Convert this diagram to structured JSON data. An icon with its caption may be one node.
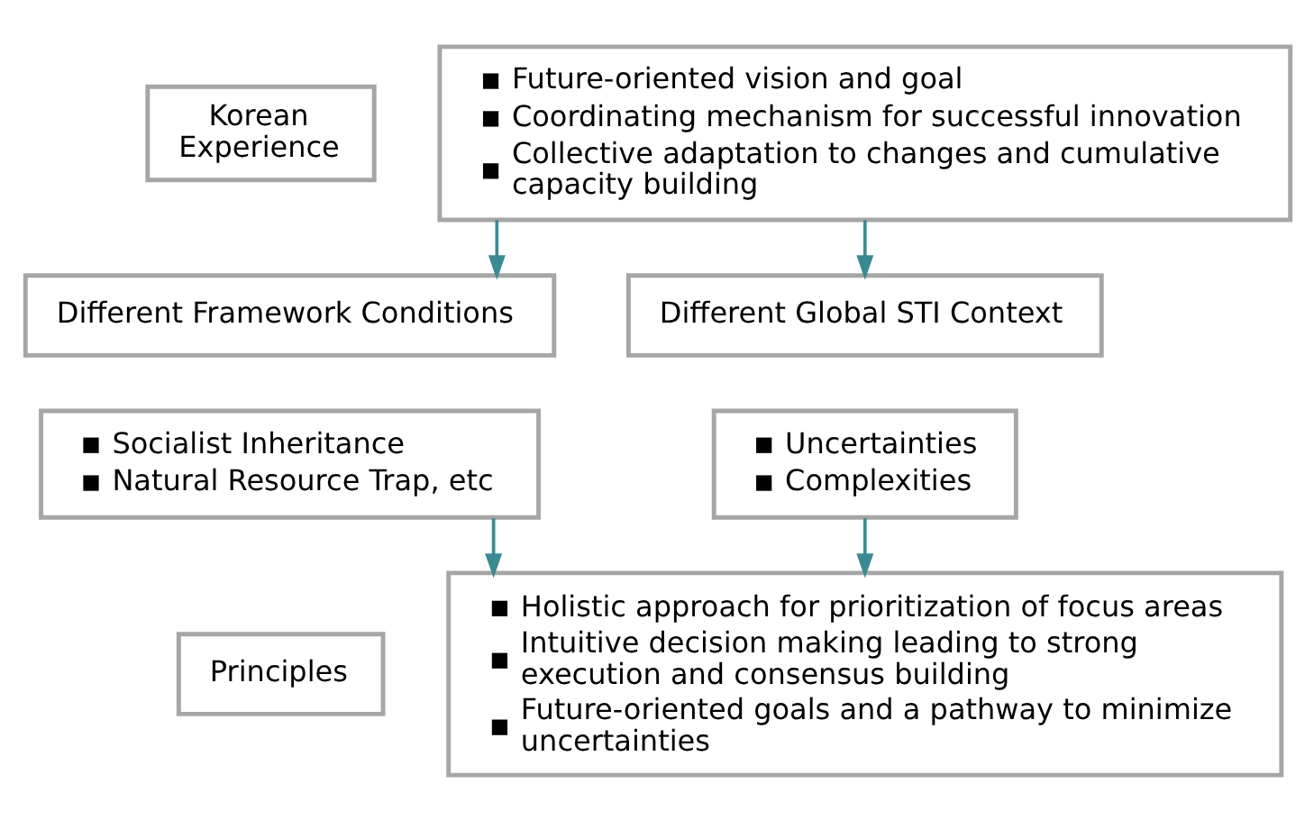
{
  "diagram": {
    "nodes": [
      {
        "text": [
          "Korean Experience"
        ]
      },
      {
        "text": [
          "Future-oriented vision and goal",
          "Coordinating mechanism for successful innovation",
          "Collective adaptation to changes and cumulative capacity building"
        ]
      },
      {
        "text": [
          "Different Framework Conditions"
        ]
      },
      {
        "text": [
          "Socialist Inheritance",
          "Natural Resource Trap, etc"
        ]
      },
      {
        "text": [
          "Different Global STI Context"
        ]
      },
      {
        "text": [
          "Uncertainties",
          "Complexities"
        ]
      },
      {
        "text": [
          "Principles"
        ]
      },
      {
        "text": [
          "Holistic approach for prioritization of focus areas",
          "Intuitive decision making leading to strong execution and consensus building",
          "Future-oriented goals and a pathway to minimize uncertainties"
        ]
      }
    ],
    "edges": [
      {
        "from": 1,
        "to": 2,
        "arrow": "to"
      },
      {
        "from": 1,
        "to": 4,
        "arrow": "to"
      },
      {
        "from": 3,
        "to": 7,
        "arrow": "to"
      },
      {
        "from": 5,
        "to": 7,
        "arrow": "to"
      }
    ]
  }
}
